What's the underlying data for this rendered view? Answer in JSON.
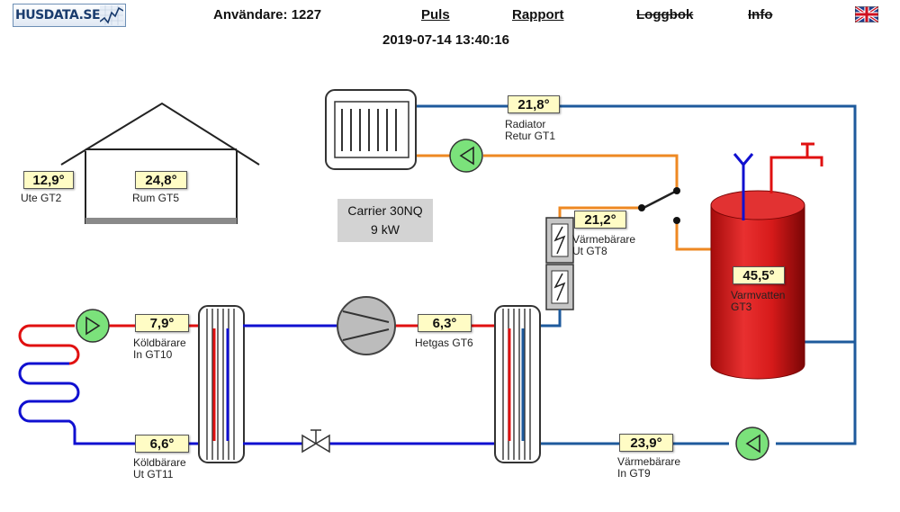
{
  "header": {
    "logo_text": "HUSDATA.SE",
    "user_label": "Användare: 1227",
    "nav": {
      "puls": "Puls",
      "rapport": "Rapport",
      "loggbok": "Loggbok",
      "info": "Info"
    },
    "language_flag": "uk-flag-icon"
  },
  "timestamp": "2019-07-14 13:40:16",
  "heat_pump": {
    "model": "Carrier 30NQ",
    "power": "9 kW"
  },
  "sensors": {
    "ute_gt2": {
      "value": "12,9°",
      "label": "Ute GT2"
    },
    "rum_gt5": {
      "value": "24,8°",
      "label": "Rum GT5"
    },
    "radiator_retur_gt1": {
      "value": "21,8°",
      "label_line1": "Radiator",
      "label_line2": "Retur GT1"
    },
    "varmebarare_ut_gt8": {
      "value": "21,2°",
      "label_line1": "Värmebärare",
      "label_line2": "Ut GT8"
    },
    "varmvatten_gt3": {
      "value": "45,5°",
      "label_line1": "Varmvatten",
      "label_line2": "GT3"
    },
    "koldbarare_in_gt10": {
      "value": "7,9°",
      "label_line1": "Köldbärare",
      "label_line2": "In GT10"
    },
    "hetgas_gt6": {
      "value": "6,3°",
      "label": "Hetgas GT6"
    },
    "koldbarare_ut_gt11": {
      "value": "6,6°",
      "label_line1": "Köldbärare",
      "label_line2": "Ut GT11"
    },
    "varmebarare_in_gt9": {
      "value": "23,9°",
      "label_line1": "Värmebärare",
      "label_line2": "In GT9"
    }
  },
  "colors": {
    "hot_pipe": "#e01010",
    "cold_pipe": "#1010d0",
    "return_pipe": "#1e5a9c",
    "switch_pipe": "#ee8822",
    "pump_fill": "#7be27b",
    "tank": "#cc1111",
    "value_box": "#fffcc5"
  }
}
